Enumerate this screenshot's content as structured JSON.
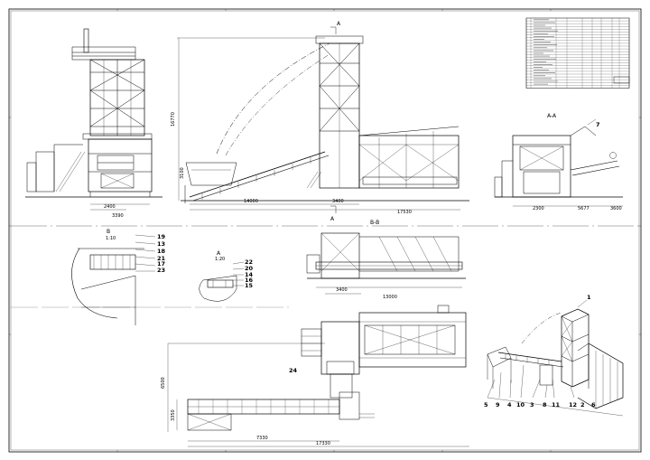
{
  "sheet": {
    "section_aa": "A-A",
    "section_bb": "B-B",
    "marker_a": "A",
    "marker_b": "B",
    "view_b_label": "B",
    "view_b_sub": "1:10",
    "view_a_label": "A",
    "view_a_sub": "1:20"
  },
  "callouts_view_b": [
    "19",
    "13",
    "18",
    "21",
    "17",
    "23"
  ],
  "callouts_view_a": [
    "22",
    "20",
    "14",
    "16",
    "15"
  ],
  "callouts_iso": [
    "1",
    "5",
    "9",
    "4",
    "10",
    "3",
    "8",
    "11",
    "12",
    "2",
    "6"
  ],
  "callout_aa": "7",
  "callout_plan": "24",
  "dimensions": {
    "front_width": "3390",
    "front_left": "2400",
    "front_total_h": "16770",
    "front_mid_h": "3100",
    "long_total": "17530",
    "long_a": "14000",
    "long_b": "3400",
    "bb_total": "13000",
    "bb_a": "3400",
    "aa_a": "2300",
    "aa_b": "5677",
    "aa_c": "3600",
    "plan_width": "7330",
    "plan_total": "17330",
    "plan_h": "6500",
    "plan_b": "3350"
  },
  "title_block_rows": 25
}
